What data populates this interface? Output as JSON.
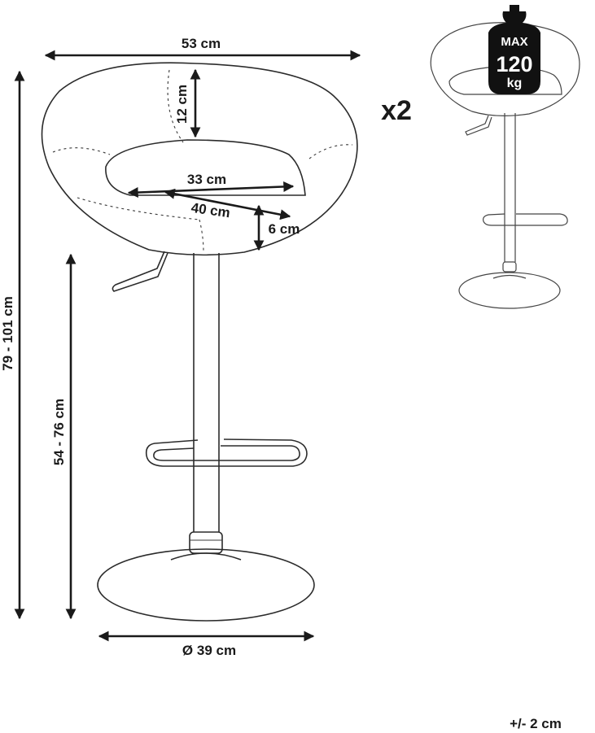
{
  "dimensions": {
    "width": "53 cm",
    "backrest_height": "12 cm",
    "seat_width": "33 cm",
    "seat_depth": "40 cm",
    "seat_thickness": "6 cm",
    "total_height": "79 - 101 cm",
    "seat_height": "54 - 76 cm",
    "base_diameter": "Ø 39 cm"
  },
  "quantity": "x2",
  "load_badge": {
    "line1": "MAX",
    "line2": "120",
    "line3": "kg"
  },
  "tolerance": "+/- 2 cm",
  "colors": {
    "line": "#2b2b2b",
    "badge": "#111111",
    "background": "#ffffff"
  }
}
